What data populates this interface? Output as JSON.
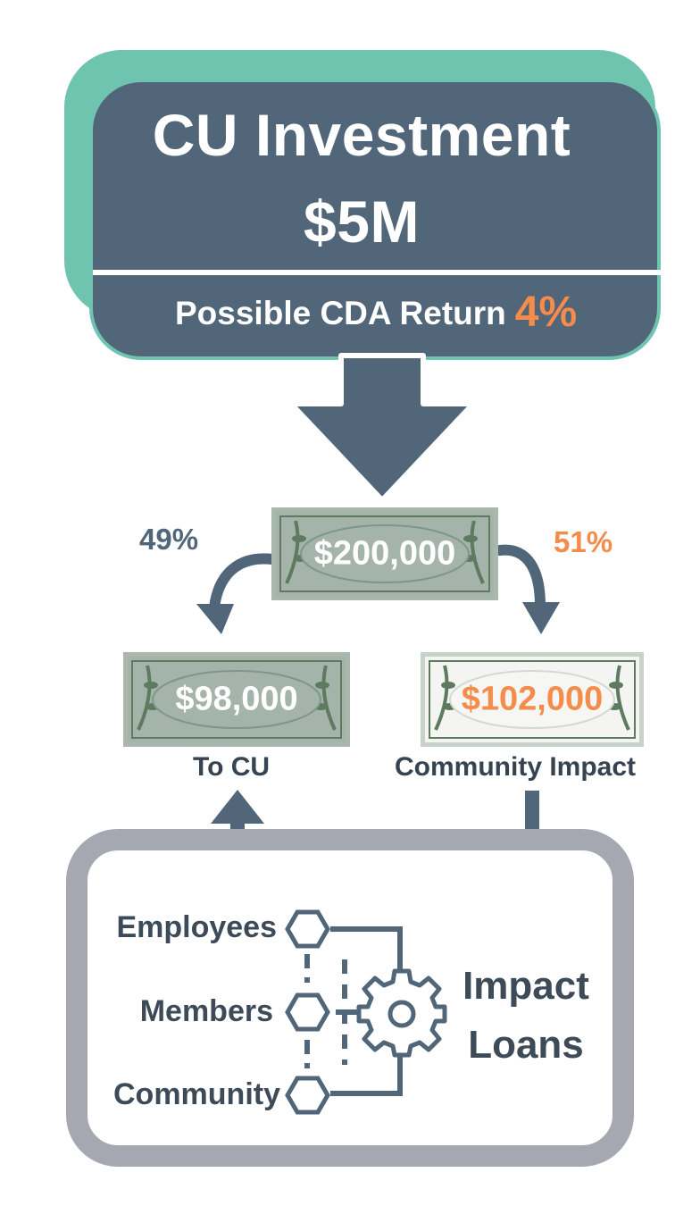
{
  "header": {
    "title_line1": "CU Investment",
    "title_line2": "$5M",
    "return_label": "Possible CDA Return",
    "return_value": "4%"
  },
  "split": {
    "total": "$200,000",
    "left_pct": "49%",
    "right_pct": "51%"
  },
  "outcomes": {
    "cu_amount": "$98,000",
    "cu_label": "To CU",
    "impact_amount": "$102,000",
    "impact_label": "Community Impact"
  },
  "loans": {
    "nodes": [
      "Employees",
      "Members",
      "Community"
    ],
    "title_line1": "Impact",
    "title_line2": "Loans",
    "gear_icon": "gear-icon",
    "node_icon": "hexagon-icon"
  },
  "colors": {
    "slate": "#52667a",
    "teal": "#6fc4b0",
    "orange": "#f68c4b",
    "panel_border": "#a5a8b0",
    "bill_green": "#a9b7ad"
  }
}
